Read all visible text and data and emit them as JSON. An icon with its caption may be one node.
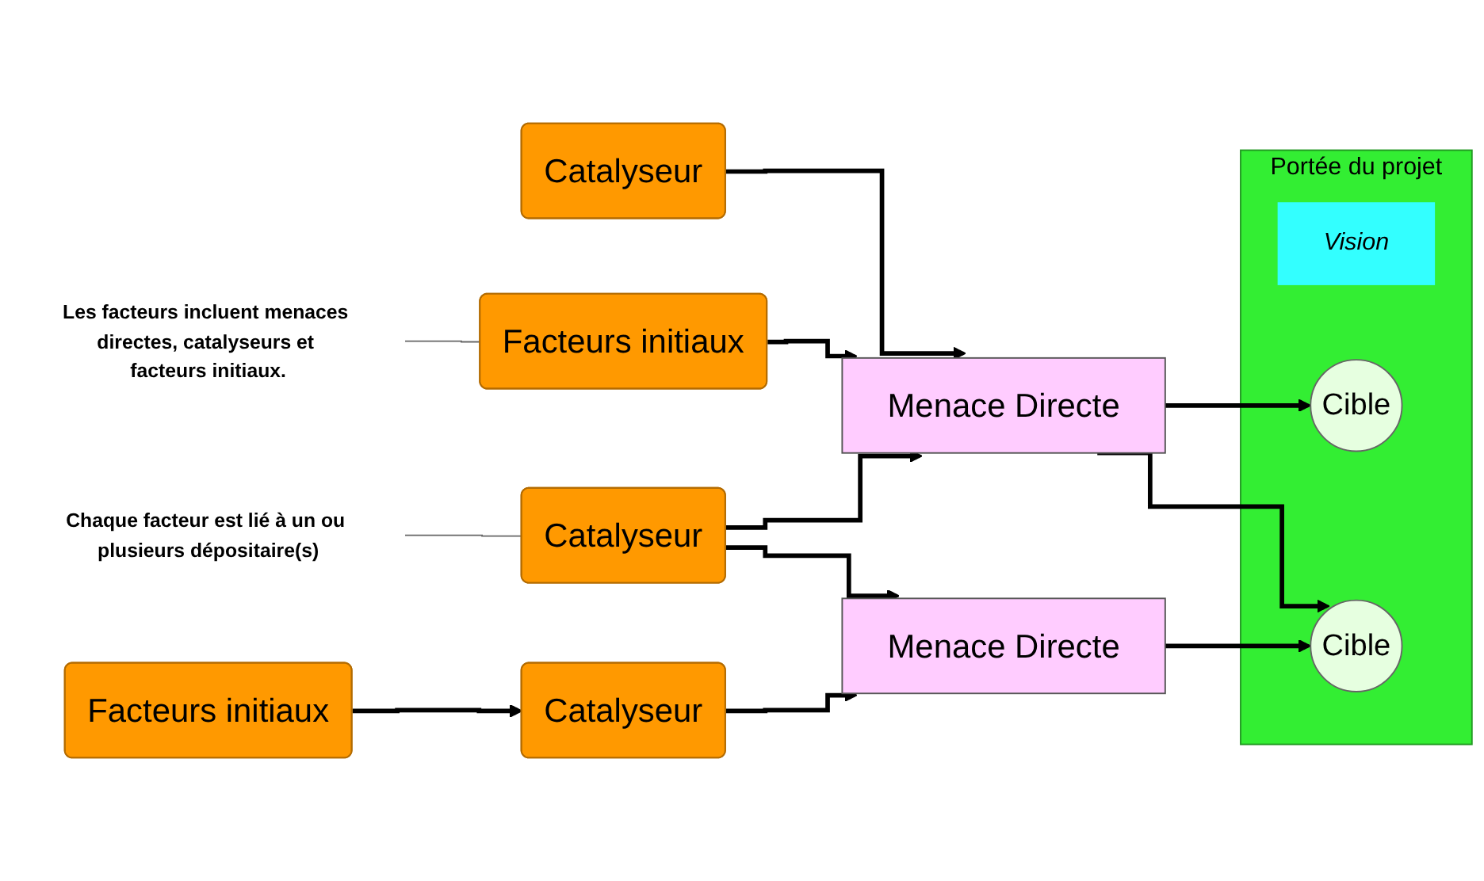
{
  "diagram": {
    "nodes": [
      {
        "text": [
          "Portée du projet"
        ]
      },
      {
        "text": [
          "Vision"
        ],
        "in": 0
      },
      {
        "text": [
          "Cible"
        ],
        "in": 0
      },
      {
        "text": [
          "Cible"
        ],
        "in": 0
      },
      {
        "text": [
          "Catalyseur"
        ]
      },
      {
        "text": [
          "Les facteurs incluent menaces directes, catalyseurs et facteurs initiaux."
        ]
      },
      {
        "text": [
          "Facteurs initiaux"
        ]
      },
      {
        "text": [
          "Menace Directe"
        ]
      },
      {
        "text": [
          "Chaque facteur est lié à un ou plusieurs dépositaire(s)"
        ]
      },
      {
        "text": [
          "Catalyseur"
        ]
      },
      {
        "text": [
          "Facteurs initiaux"
        ]
      },
      {
        "text": [
          "Catalyseur"
        ]
      },
      {
        "text": [
          "Menace Directe"
        ]
      }
    ],
    "edges": [
      {
        "from": 4,
        "to": 7,
        "arrow": "to"
      },
      {
        "from": 5,
        "to": 6,
        "arrow": "none",
        "color": "#666666"
      },
      {
        "from": 6,
        "to": 7,
        "arrow": "to"
      },
      {
        "from": 8,
        "to": 9,
        "arrow": "none",
        "color": "#666666"
      },
      {
        "from": 9,
        "to": 7,
        "arrow": "to"
      },
      {
        "from": 9,
        "to": 12,
        "arrow": "to"
      },
      {
        "from": 7,
        "to": 2,
        "arrow": "to"
      },
      {
        "from": 7,
        "to": 3,
        "arrow": "to"
      },
      {
        "from": 10,
        "to": 11,
        "arrow": "to"
      },
      {
        "from": 11,
        "to": 12,
        "arrow": "to"
      },
      {
        "from": 12,
        "to": 3,
        "arrow": "to"
      }
    ]
  }
}
